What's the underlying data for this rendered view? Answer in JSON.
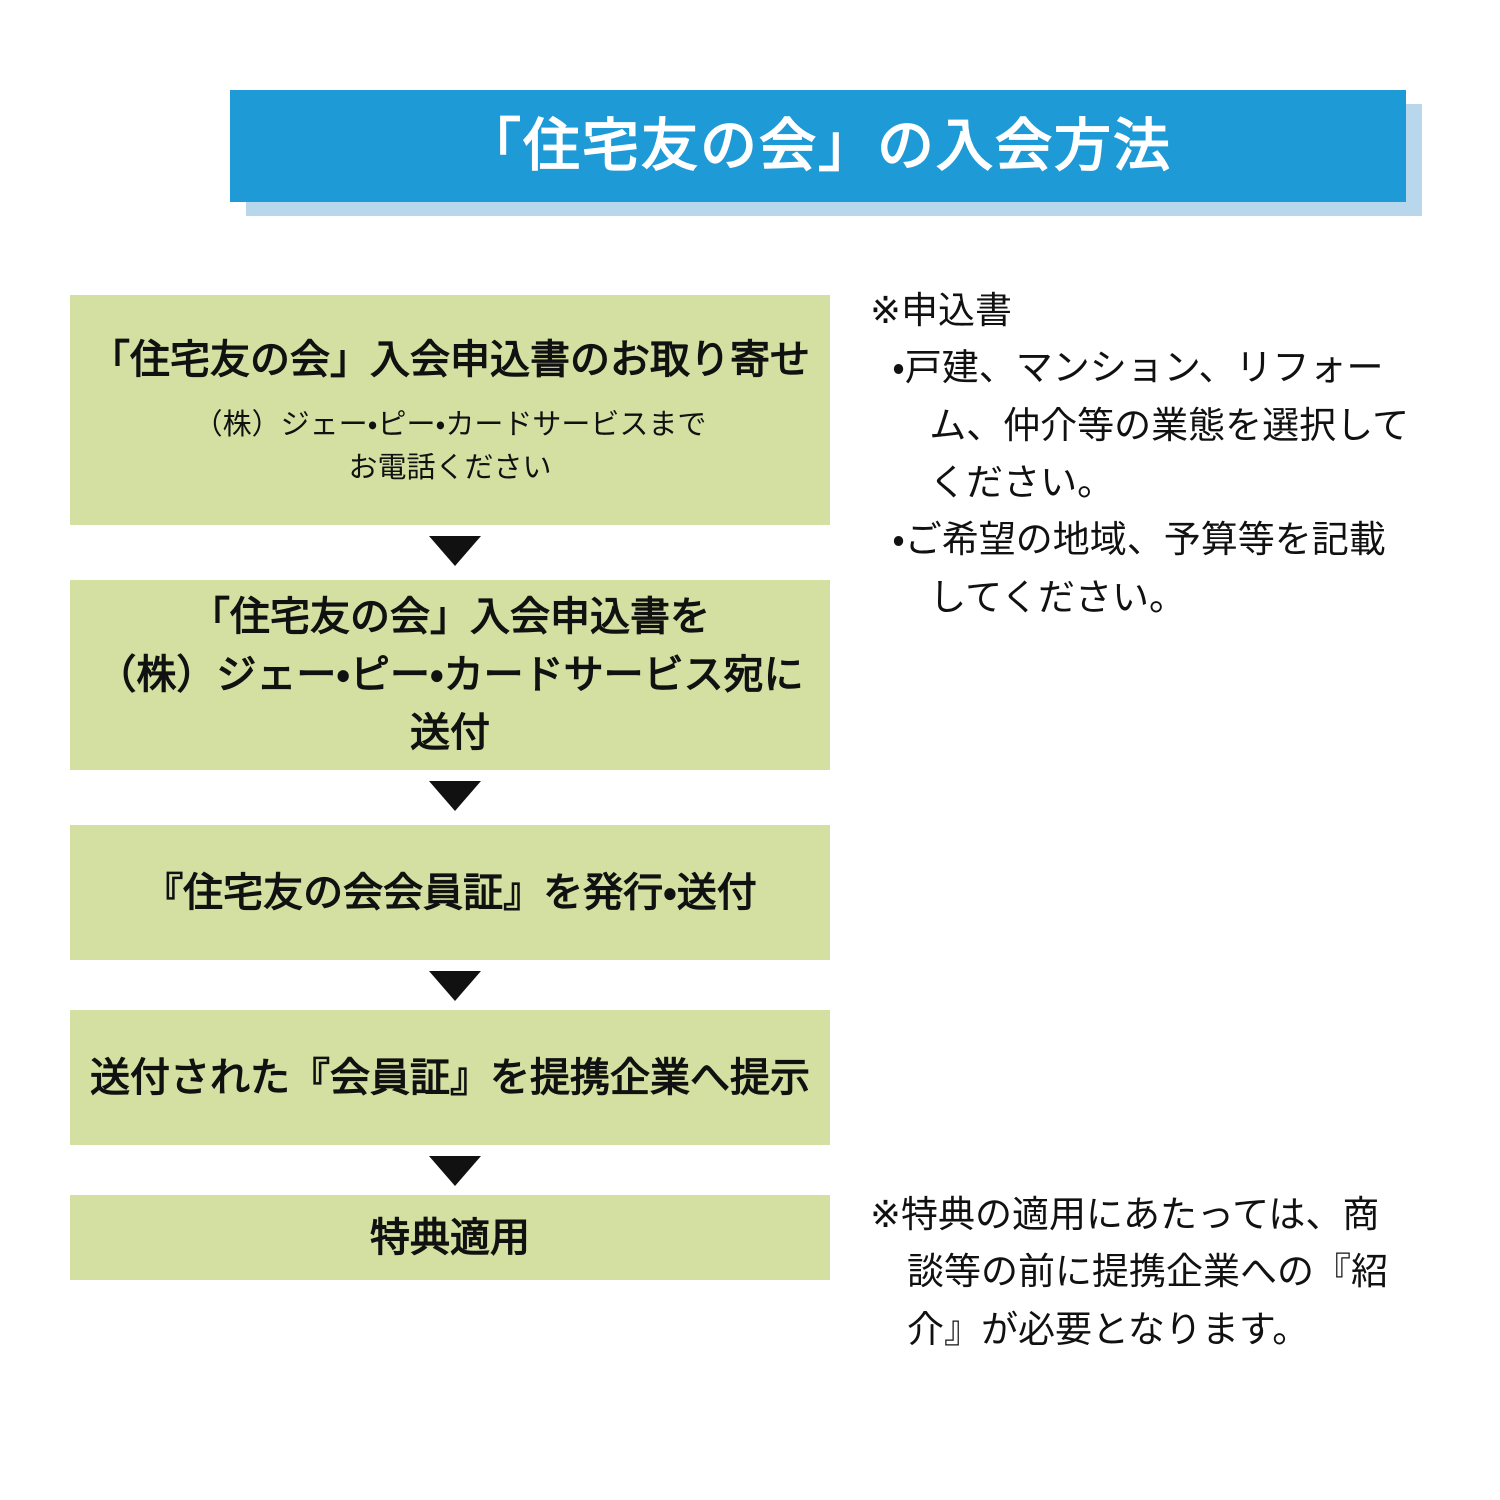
{
  "header": {
    "title": "「住宅友の会」の入会方法"
  },
  "flow": {
    "steps": [
      {
        "title": "「住宅友の会」入会申込書のお取り寄せ",
        "note_line1": "（株）ジェー・ピー・カードサービスまで",
        "note_line2": "お電話ください"
      },
      {
        "title_line1": "「住宅友の会」入会申込書を",
        "title_line2": "（株）ジェー・ピー・カードサービス宛に送付"
      },
      {
        "title": "『住宅友の会会員証』を発行・送付"
      },
      {
        "title": "送付された『会員証』を提携企業へ提示"
      },
      {
        "title": "特典適用"
      }
    ]
  },
  "notes": {
    "application": {
      "heading": "※申込書",
      "items": [
        "・戸建、マンション、リフォーム、仲介等の業態を選択してください。",
        "・ご希望の地域、予算等を記載してください。"
      ]
    },
    "benefit": "※特典の適用にあたっては、商談等の前に提携企業への『紹介』が必要となります。"
  },
  "colors": {
    "header_bg": "#1e9ad6",
    "header_shadow": "#b9d7ec",
    "step_bg": "#d4e0a1"
  }
}
